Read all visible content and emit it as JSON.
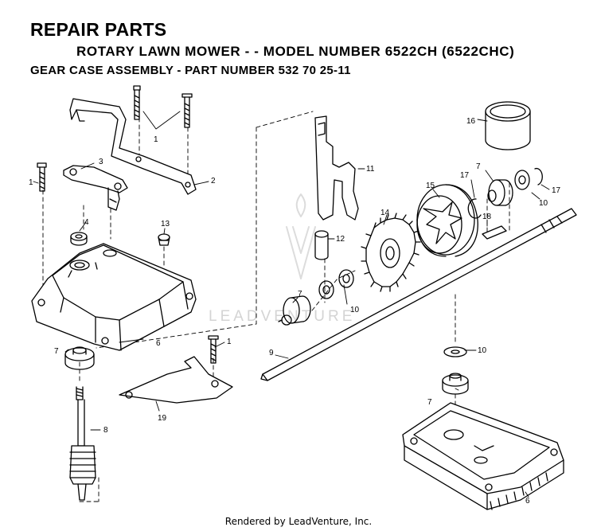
{
  "header": {
    "title": "REPAIR PARTS",
    "subtitle": "ROTARY LAWN MOWER - - MODEL NUMBER 6522CH (6522CHC)",
    "assembly": "GEAR CASE ASSEMBLY - PART NUMBER 532 70 25-11"
  },
  "watermark": "LEADVENTURE",
  "footer": "Rendered by LeadVenture, Inc.",
  "callouts": {
    "c1a": "1",
    "c1b": "1",
    "c1c": "1",
    "c2": "2",
    "c3": "3",
    "c4": "4",
    "c6a": "6",
    "c6b": "6",
    "c7a": "7",
    "c7b": "7",
    "c7c": "7",
    "c7d": "7",
    "c8": "8",
    "c9": "9",
    "c10a": "10",
    "c10b": "10",
    "c10c": "10",
    "c11": "11",
    "c12": "12",
    "c13": "13",
    "c14": "14",
    "c15": "15",
    "c16": "16",
    "c17a": "17",
    "c17b": "17",
    "c18": "18",
    "c19": "19"
  }
}
